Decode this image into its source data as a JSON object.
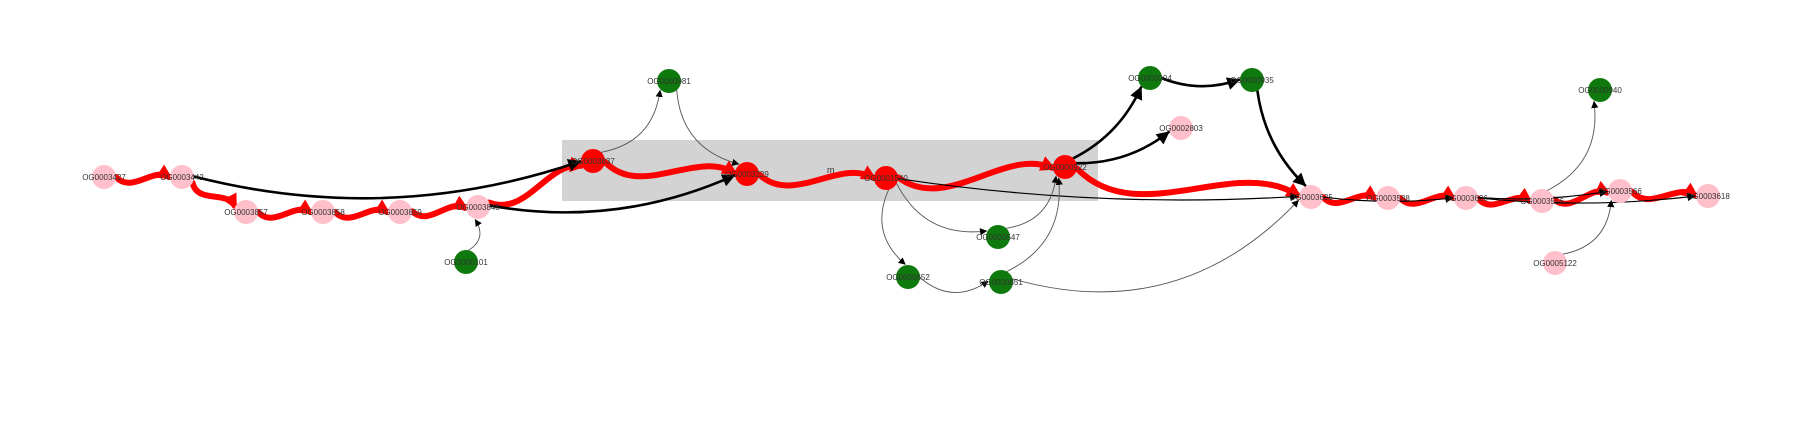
{
  "colors": {
    "pink": "#ffc0cb",
    "green": "#0e7a0d",
    "red": "#ff0000",
    "module_fill": "#d3d3d3",
    "edge_black": "#000000",
    "edge_gray": "#555555",
    "edge_red": "#ff0000"
  },
  "module": {
    "label": "m"
  },
  "nodes": [
    {
      "id": "OG0003427",
      "label": "OG0003427",
      "kind": "pink"
    },
    {
      "id": "OG0003442",
      "label": "OG0003442",
      "kind": "pink"
    },
    {
      "id": "OG0003857",
      "label": "OG0003857",
      "kind": "pink"
    },
    {
      "id": "OG0003858",
      "label": "OG0003858",
      "kind": "pink"
    },
    {
      "id": "OG0003859",
      "label": "OG0003859",
      "kind": "pink"
    },
    {
      "id": "OG0003848",
      "label": "OG0003848",
      "kind": "pink"
    },
    {
      "id": "OG0000101",
      "label": "OG0000101",
      "kind": "green"
    },
    {
      "id": "OG0003837",
      "label": "OG0003837",
      "kind": "red"
    },
    {
      "id": "OG0000981",
      "label": "OG0000981",
      "kind": "green"
    },
    {
      "id": "OG0003229",
      "label": "OG0003229",
      "kind": "red"
    },
    {
      "id": "OG0001540",
      "label": "OG0001540",
      "kind": "red"
    },
    {
      "id": "OG0000652",
      "label": "OG0000652",
      "kind": "green"
    },
    {
      "id": "OG0000851",
      "label": "OG0000851",
      "kind": "green"
    },
    {
      "id": "OG0000547",
      "label": "OG0000547",
      "kind": "green"
    },
    {
      "id": "OG0000922",
      "label": "OG0000922",
      "kind": "red"
    },
    {
      "id": "OG0000904",
      "label": "OG0000904",
      "kind": "green"
    },
    {
      "id": "OG0002803",
      "label": "OG0002803",
      "kind": "pink"
    },
    {
      "id": "OG0000935",
      "label": "OG0000935",
      "kind": "green"
    },
    {
      "id": "OG0003625",
      "label": "OG0003625",
      "kind": "pink"
    },
    {
      "id": "OG0003588",
      "label": "OG0003588",
      "kind": "pink"
    },
    {
      "id": "OG0003626",
      "label": "OG0003626",
      "kind": "pink"
    },
    {
      "id": "OG0003556",
      "label": "OG0003556",
      "kind": "pink"
    },
    {
      "id": "OG0000940",
      "label": "OG0000940",
      "kind": "green"
    },
    {
      "id": "OG0003566",
      "label": "OG0003566",
      "kind": "pink"
    },
    {
      "id": "OG0005122",
      "label": "OG0005122",
      "kind": "pink"
    },
    {
      "id": "OG0003618",
      "label": "OG0003618",
      "kind": "pink"
    }
  ],
  "edges": [
    {
      "from": "OG0003427",
      "to": "OG0003442",
      "style": "red"
    },
    {
      "from": "OG0003442",
      "to": "OG0003857",
      "style": "red"
    },
    {
      "from": "OG0003857",
      "to": "OG0003858",
      "style": "red"
    },
    {
      "from": "OG0003858",
      "to": "OG0003859",
      "style": "red"
    },
    {
      "from": "OG0003859",
      "to": "OG0003848",
      "style": "red"
    },
    {
      "from": "OG0003848",
      "to": "OG0003837",
      "style": "red"
    },
    {
      "from": "OG0003837",
      "to": "OG0003229",
      "style": "red"
    },
    {
      "from": "OG0003229",
      "to": "OG0001540",
      "style": "red"
    },
    {
      "from": "OG0001540",
      "to": "OG0000922",
      "style": "red"
    },
    {
      "from": "OG0000922",
      "to": "OG0003625",
      "style": "red"
    },
    {
      "from": "OG0003625",
      "to": "OG0003588",
      "style": "red"
    },
    {
      "from": "OG0003588",
      "to": "OG0003626",
      "style": "red"
    },
    {
      "from": "OG0003626",
      "to": "OG0003556",
      "style": "red"
    },
    {
      "from": "OG0003556",
      "to": "OG0003566",
      "style": "red"
    },
    {
      "from": "OG0003566",
      "to": "OG0003618",
      "style": "red"
    },
    {
      "from": "OG0003442",
      "to": "OG0003837",
      "style": "black"
    },
    {
      "from": "OG0003848",
      "to": "OG0003229",
      "style": "black"
    },
    {
      "from": "OG0000922",
      "to": "OG0000904",
      "style": "black"
    },
    {
      "from": "OG0000922",
      "to": "OG0002803",
      "style": "black"
    },
    {
      "from": "OG0000904",
      "to": "OG0000935",
      "style": "black"
    },
    {
      "from": "OG0000935",
      "to": "OG0003625",
      "style": "black"
    },
    {
      "from": "OG0003625",
      "to": "OG0003626",
      "style": "thin-black"
    },
    {
      "from": "OG0003626",
      "to": "OG0003566",
      "style": "thin-black"
    },
    {
      "from": "OG0003626",
      "to": "OG0003618",
      "style": "thin-black"
    },
    {
      "from": "OG0000101",
      "to": "OG0003848",
      "style": "gray"
    },
    {
      "from": "OG0003837",
      "to": "OG0000981",
      "style": "gray"
    },
    {
      "from": "OG0000981",
      "to": "OG0003229",
      "style": "gray"
    },
    {
      "from": "OG0001540",
      "to": "OG0000652",
      "style": "gray"
    },
    {
      "from": "OG0001540",
      "to": "OG0000547",
      "style": "gray"
    },
    {
      "from": "OG0001540",
      "to": "OG0003625",
      "style": "thin-black"
    },
    {
      "from": "OG0000652",
      "to": "OG0000851",
      "style": "gray"
    },
    {
      "from": "OG0000851",
      "to": "OG0000922",
      "style": "gray"
    },
    {
      "from": "OG0000547",
      "to": "OG0000922",
      "style": "gray"
    },
    {
      "from": "OG0000851",
      "to": "OG0003625",
      "style": "gray"
    },
    {
      "from": "OG0003556",
      "to": "OG0000940",
      "style": "gray"
    },
    {
      "from": "OG0005122",
      "to": "OG0003566",
      "style": "gray"
    }
  ]
}
